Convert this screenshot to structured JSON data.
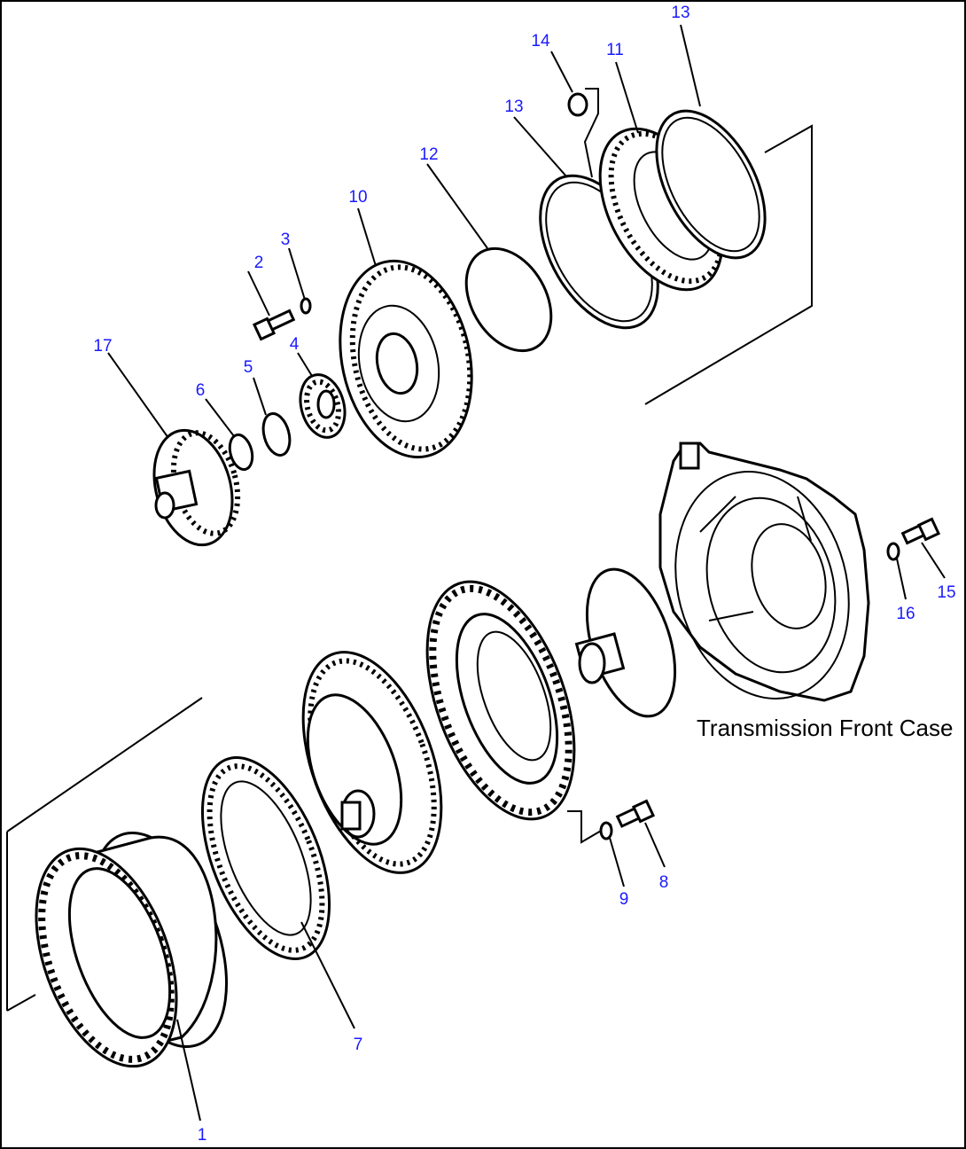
{
  "caption": "Transmission Front Case",
  "callouts": {
    "c1": "1",
    "c2": "2",
    "c3": "3",
    "c4": "4",
    "c5": "5",
    "c6": "6",
    "c7": "7",
    "c8": "8",
    "c9": "9",
    "c10": "10",
    "c11": "11",
    "c12": "12",
    "c13a": "13",
    "c13b": "13",
    "c14": "14",
    "c15": "15",
    "c16": "16",
    "c17": "17"
  }
}
